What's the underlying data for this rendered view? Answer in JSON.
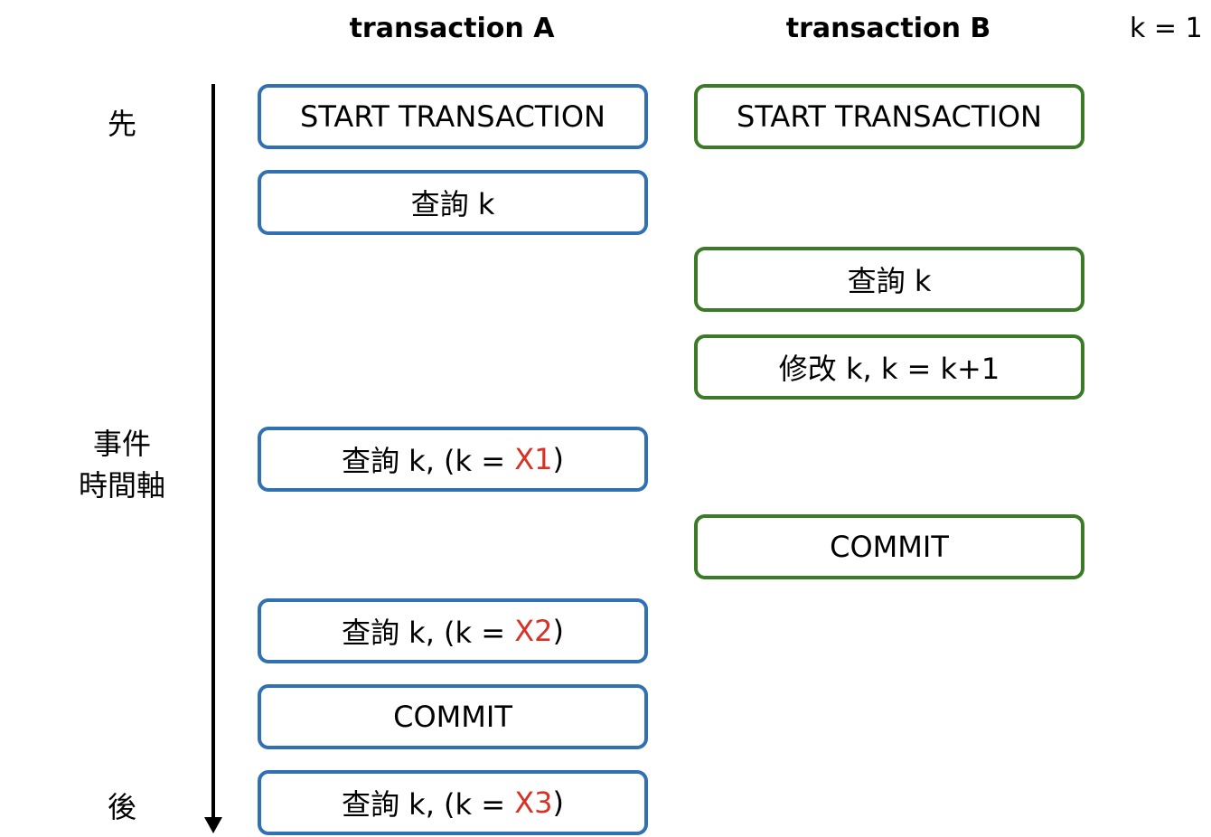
{
  "headers": {
    "transaction_a": "transaction A",
    "transaction_b": "transaction B",
    "initial_value": "k = 1"
  },
  "axis": {
    "start_label": "先",
    "middle_label_line1": "事件",
    "middle_label_line2": "時間軸",
    "end_label": "後"
  },
  "transaction_a_steps": [
    {
      "text": "START TRANSACTION"
    },
    {
      "text": "查詢 k"
    },
    {
      "prefix": "查詢 k, (k = ",
      "value": "X1",
      "suffix": ")"
    },
    {
      "prefix": "查詢 k, (k = ",
      "value": "X2",
      "suffix": ")"
    },
    {
      "text": "COMMIT"
    },
    {
      "prefix": "查詢 k, (k = ",
      "value": "X3",
      "suffix": ")"
    }
  ],
  "transaction_b_steps": [
    {
      "text": "START TRANSACTION"
    },
    {
      "text": "查詢 k"
    },
    {
      "text": "修改 k, k = k+1"
    },
    {
      "text": "COMMIT"
    }
  ],
  "colors": {
    "transaction_a_border": "#3070b3",
    "transaction_b_border": "#3b7a27",
    "highlight_value": "#d83224"
  }
}
